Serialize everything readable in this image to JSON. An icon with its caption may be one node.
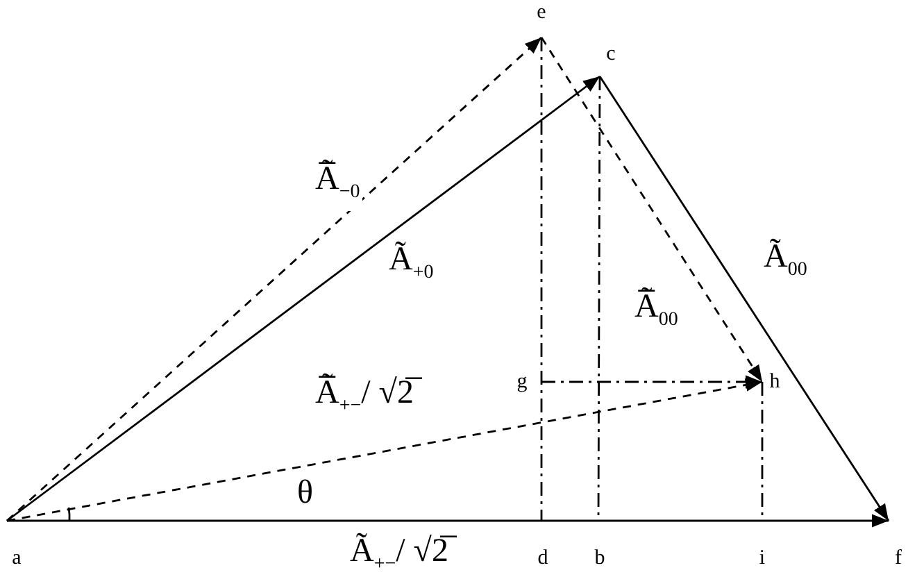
{
  "diagram": {
    "nodes": [
      {
        "text": [
          "a"
        ]
      },
      {
        "text": [
          "b"
        ]
      },
      {
        "text": [
          "c"
        ]
      },
      {
        "text": [
          "d"
        ]
      },
      {
        "text": [
          "e"
        ]
      },
      {
        "text": [
          "f"
        ]
      },
      {
        "text": [
          "g"
        ]
      },
      {
        "text": [
          "h"
        ]
      },
      {
        "text": [
          "i"
        ]
      }
    ],
    "edges": [
      {
        "from": 0,
        "to": 5,
        "arrow": "to",
        "label": "Ã$_{+−}$/ √2̅"
      },
      {
        "from": 0,
        "to": 2,
        "arrow": "to",
        "label": "Ã$_{+0}$"
      },
      {
        "from": 2,
        "to": 5,
        "arrow": "to",
        "label": "Ã$_{00}$"
      },
      {
        "from": 0,
        "to": 4,
        "arrow": "to",
        "style": "dashed",
        "label": "A̅̃$_{−0}$"
      },
      {
        "from": 4,
        "to": 7,
        "arrow": "to",
        "style": "dashed",
        "label": "A̅̃$_{00}$"
      },
      {
        "from": 0,
        "to": 7,
        "arrow": "to",
        "style": "dashed",
        "label": "A̅̃$_{+−}$/ √2̅"
      },
      {
        "from": 6,
        "to": 7,
        "arrow": "to",
        "style": "dashed"
      },
      {
        "from": 4,
        "to": 3,
        "arrow": "none",
        "style": "dashed"
      },
      {
        "from": 2,
        "to": 1,
        "arrow": "none",
        "style": "dashed"
      },
      {
        "from": 7,
        "to": 8,
        "arrow": "none",
        "style": "dashed"
      }
    ],
    "labels": [
      "θ"
    ]
  }
}
